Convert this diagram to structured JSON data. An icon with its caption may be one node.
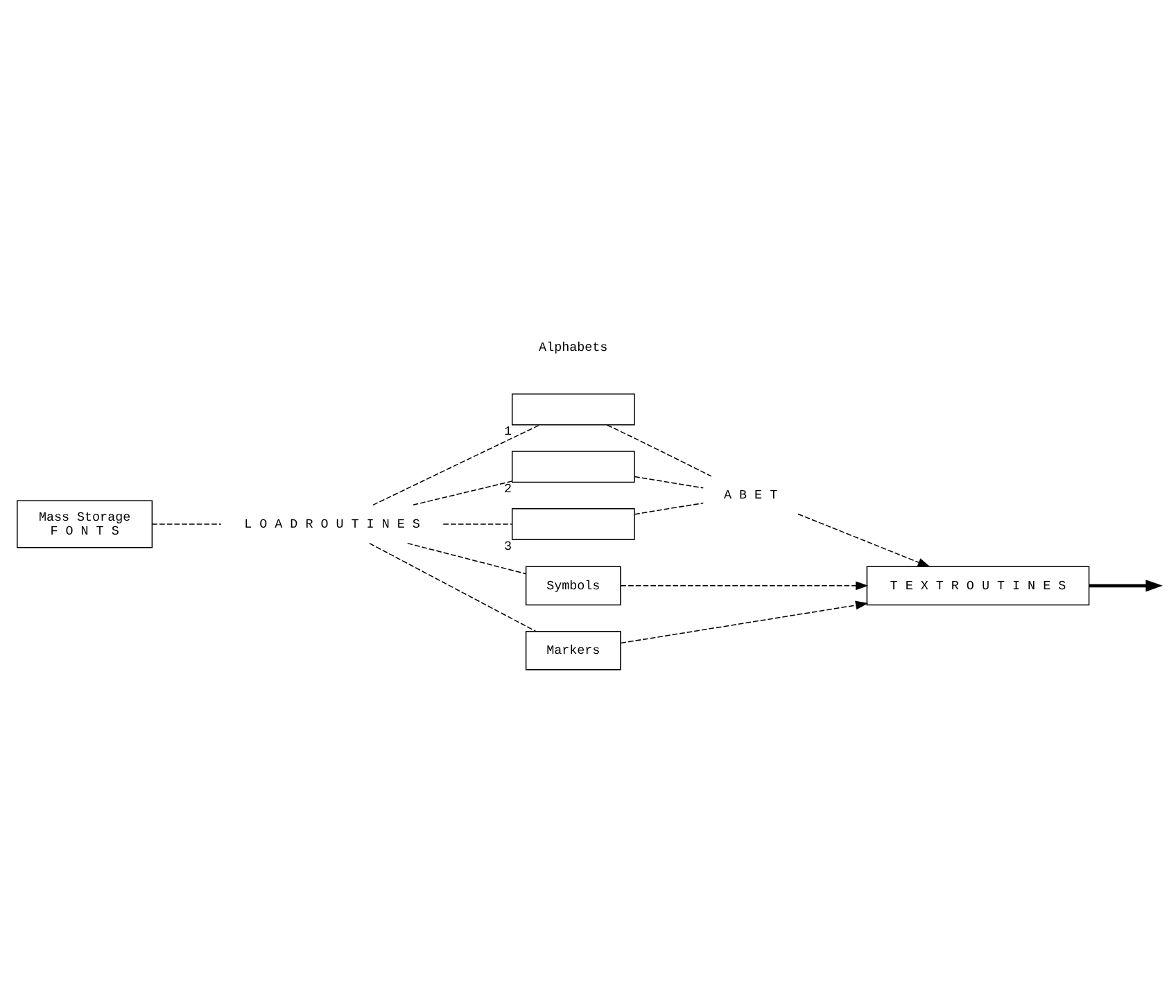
{
  "diagram": {
    "nodes": [
      {
        "text": [
          "Mass Storage",
          "F O N T S"
        ]
      },
      {
        "text": [
          "L O A D R O U T I N E S"
        ]
      },
      {
        "text": [],
        "shape": "box",
        "beside": [
          "1"
        ]
      },
      {
        "text": [],
        "shape": "box",
        "beside": [
          "2"
        ]
      },
      {
        "text": [],
        "shape": "box",
        "beside": [
          "3"
        ]
      },
      {
        "text": [
          "Symbols"
        ]
      },
      {
        "text": [
          "Markers"
        ]
      },
      {
        "text": [
          "A B E T"
        ]
      },
      {
        "text": [
          "T E X T R O U T I N E S"
        ]
      }
    ],
    "edges": [
      {
        "from": 0,
        "to": 1,
        "arrow": "none",
        "style": "dashed"
      },
      {
        "from": 1,
        "to": 2,
        "arrow": "none",
        "style": "dashed"
      },
      {
        "from": 1,
        "to": 3,
        "arrow": "none",
        "style": "dashed"
      },
      {
        "from": 1,
        "to": 4,
        "arrow": "none",
        "style": "dashed"
      },
      {
        "from": 1,
        "to": 5,
        "arrow": "none",
        "style": "dashed"
      },
      {
        "from": 1,
        "to": 6,
        "arrow": "none",
        "style": "dashed"
      },
      {
        "from": 2,
        "to": 7,
        "arrow": "none",
        "style": "dashed"
      },
      {
        "from": 3,
        "to": 7,
        "arrow": "none",
        "style": "dashed"
      },
      {
        "from": 4,
        "to": 7,
        "arrow": "none",
        "style": "dashed"
      },
      {
        "from": 7,
        "to": 8,
        "arrow": "to",
        "style": "dashed"
      },
      {
        "from": 5,
        "to": 8,
        "arrow": "to",
        "style": "dashed"
      },
      {
        "from": 6,
        "to": 8,
        "arrow": "to",
        "style": "dashed"
      },
      {
        "from": 8,
        "to": null,
        "arrow": "to",
        "style": "thick"
      }
    ],
    "labels": [
      "Alphabets"
    ]
  }
}
